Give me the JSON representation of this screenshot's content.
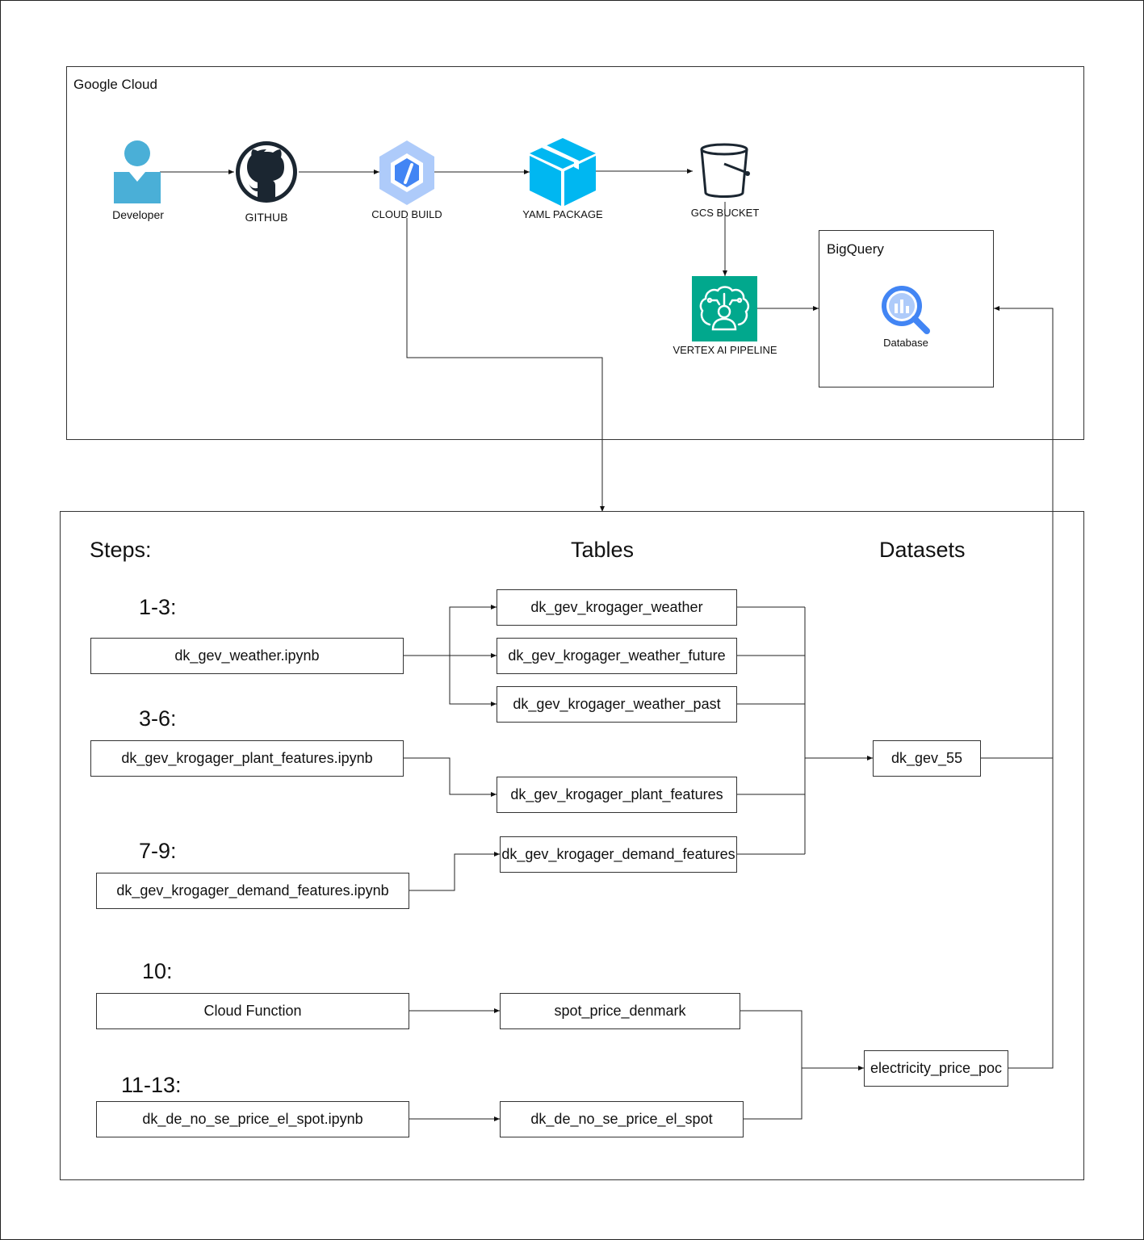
{
  "cloud": {
    "title": "Google Cloud",
    "developer_label": "Developer",
    "github_label": "GITHUB",
    "cloud_build_label": "CLOUD BUILD",
    "yaml_label": "YAML PACKAGE",
    "gcs_label": "GCS BUCKET",
    "vertex_label": "VERTEX AI PIPELINE",
    "bigquery_title": "BigQuery",
    "database_label": "Database"
  },
  "headings": {
    "steps": "Steps:",
    "tables": "Tables",
    "datasets": "Datasets"
  },
  "steps": [
    "1-3:",
    "3-6:",
    "7-9:",
    "10:",
    "11-13:"
  ],
  "sources": [
    "dk_gev_weather.ipynb",
    "dk_gev_krogager_plant_features.ipynb",
    "dk_gev_krogager_demand_features.ipynb",
    "Cloud Function",
    "dk_de_no_se_price_el_spot.ipynb"
  ],
  "tables": [
    "dk_gev_krogager_weather",
    "dk_gev_krogager_weather_future",
    "dk_gev_krogager_weather_past",
    "dk_gev_krogager_plant_features",
    "dk_gev_krogager_demand_features",
    "spot_price_denmark",
    "dk_de_no_se_price_el_spot"
  ],
  "datasets": [
    "dk_gev_55",
    "electricity_price_poc"
  ],
  "colors": {
    "developer": "#4aafd7",
    "github": "#1b2631",
    "cloud_build": "#aecbfa",
    "cloud_build_dark": "#4285f4",
    "yaml": "#00b7f1",
    "vertex": "#01a88d",
    "bigquery_blue": "#4285f4",
    "bigquery_light": "#aecbfa"
  }
}
